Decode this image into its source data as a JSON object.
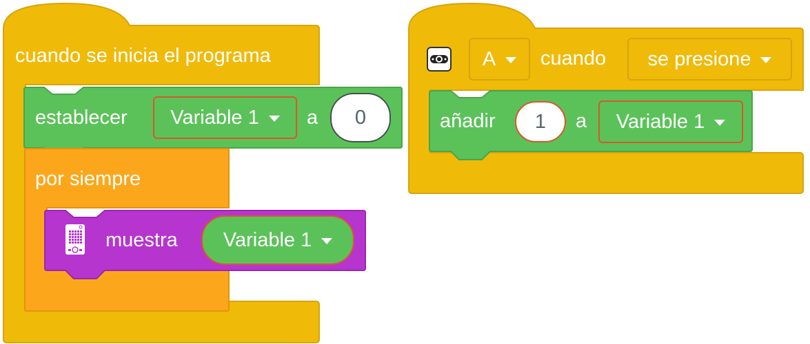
{
  "script_start": {
    "hat_label": "cuando se inicia el programa",
    "set_block": {
      "label": "establecer",
      "variable": "Variable 1",
      "connector": "a",
      "value": "0"
    },
    "forever_block": {
      "label": "por siempre"
    },
    "show_block": {
      "label": "muestra",
      "variable": "Variable 1",
      "icon": "microbit-display-icon"
    }
  },
  "script_button": {
    "button": "A",
    "label": "cuando",
    "event": "se presione",
    "icon": "gamepad-button-icon",
    "add_block": {
      "label": "añadir",
      "value": "1",
      "connector": "a",
      "variable": "Variable 1"
    }
  },
  "colors": {
    "events": "#f0ba09",
    "variables": "#5bc25a",
    "control": "#fca71b",
    "display": "#b635cf"
  }
}
